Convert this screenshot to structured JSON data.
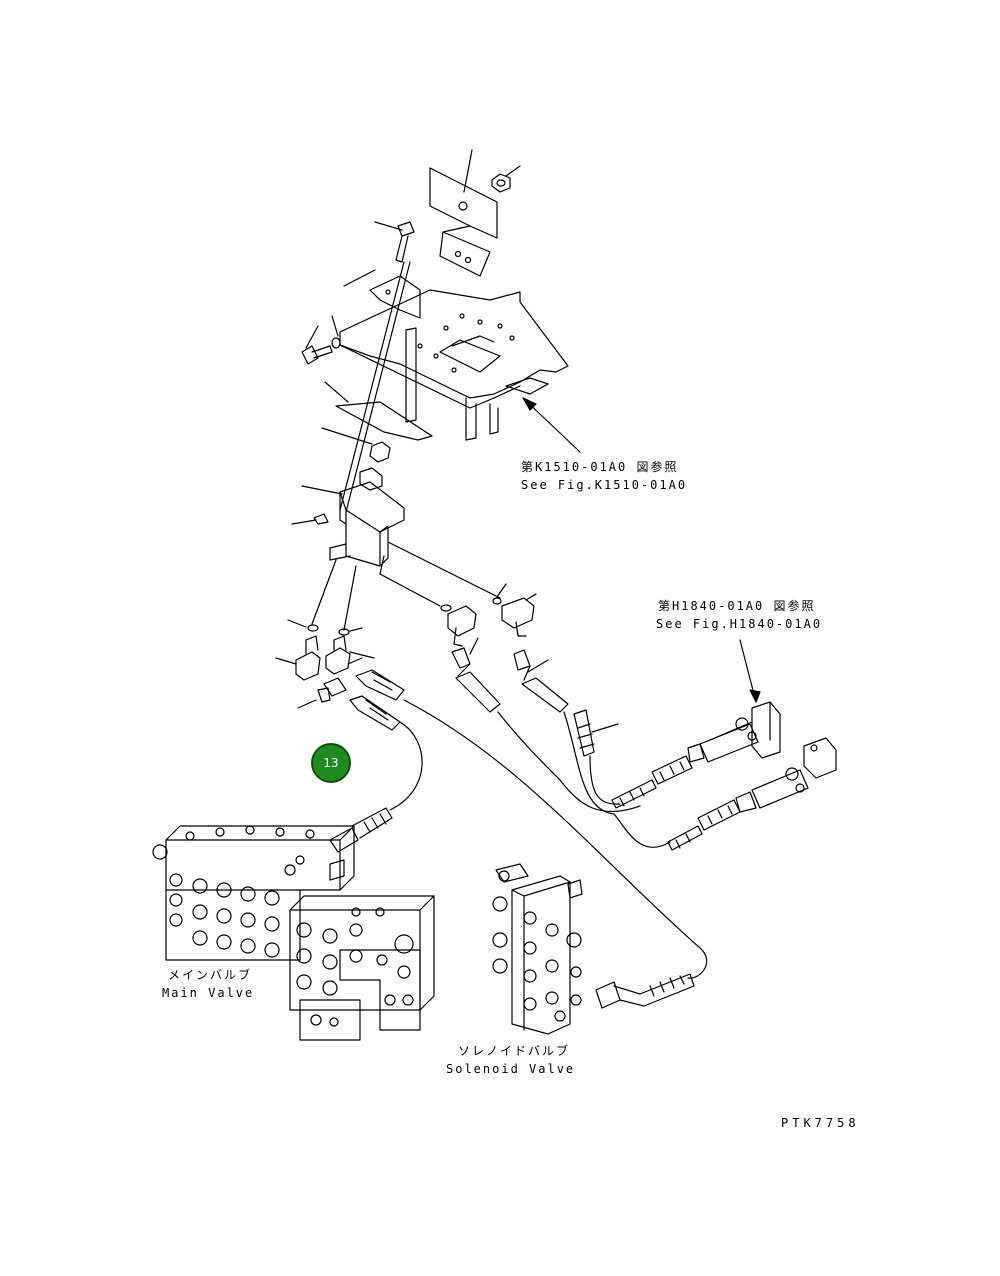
{
  "references": {
    "k1510": {
      "jp": "第K1510-01A0 図参照",
      "en": "See Fig.K1510-01A0"
    },
    "h1840": {
      "jp": "第H1840-01A0 図参照",
      "en": "See Fig.H1840-01A0"
    }
  },
  "components": {
    "main_valve": {
      "jp": "メインバルブ",
      "en": "Main Valve"
    },
    "solenoid_valve": {
      "jp": "ソレノイドバルブ",
      "en": "Solenoid Valve"
    }
  },
  "callout": {
    "number": "13",
    "color": "#1f8a1f"
  },
  "drawing_code": "PTK7758"
}
